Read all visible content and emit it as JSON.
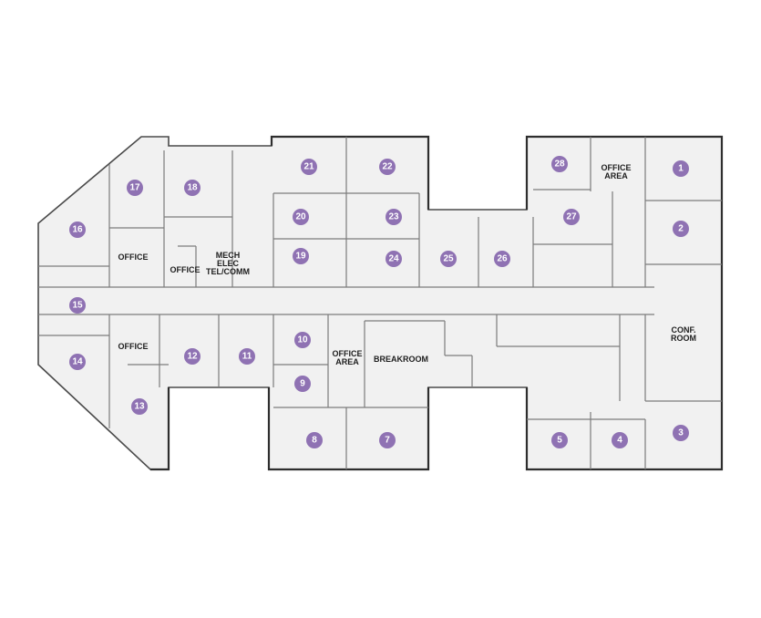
{
  "plan": {
    "badge_color": "#8f72b3",
    "floor_color": "#f1f1f1",
    "wall_color": "#4a4a4a",
    "suites": [
      "1",
      "2",
      "3",
      "4",
      "5",
      "7",
      "8",
      "9",
      "10",
      "11",
      "12",
      "13",
      "14",
      "15",
      "16",
      "17",
      "18",
      "19",
      "20",
      "21",
      "22",
      "23",
      "24",
      "25",
      "26",
      "27",
      "28"
    ],
    "labels": {
      "office_a": "OFFICE",
      "office_b": "OFFICE",
      "office_c": "OFFICE",
      "mech_1": "MECH",
      "mech_2": "ELEC",
      "mech_3": "TEL/COMM",
      "office_area_1a": "OFFICE",
      "office_area_1b": "AREA",
      "office_area_2a": "OFFICE",
      "office_area_2b": "AREA",
      "breakroom": "BREAKROOM",
      "conf_1": "CONF.",
      "conf_2": "ROOM"
    }
  }
}
